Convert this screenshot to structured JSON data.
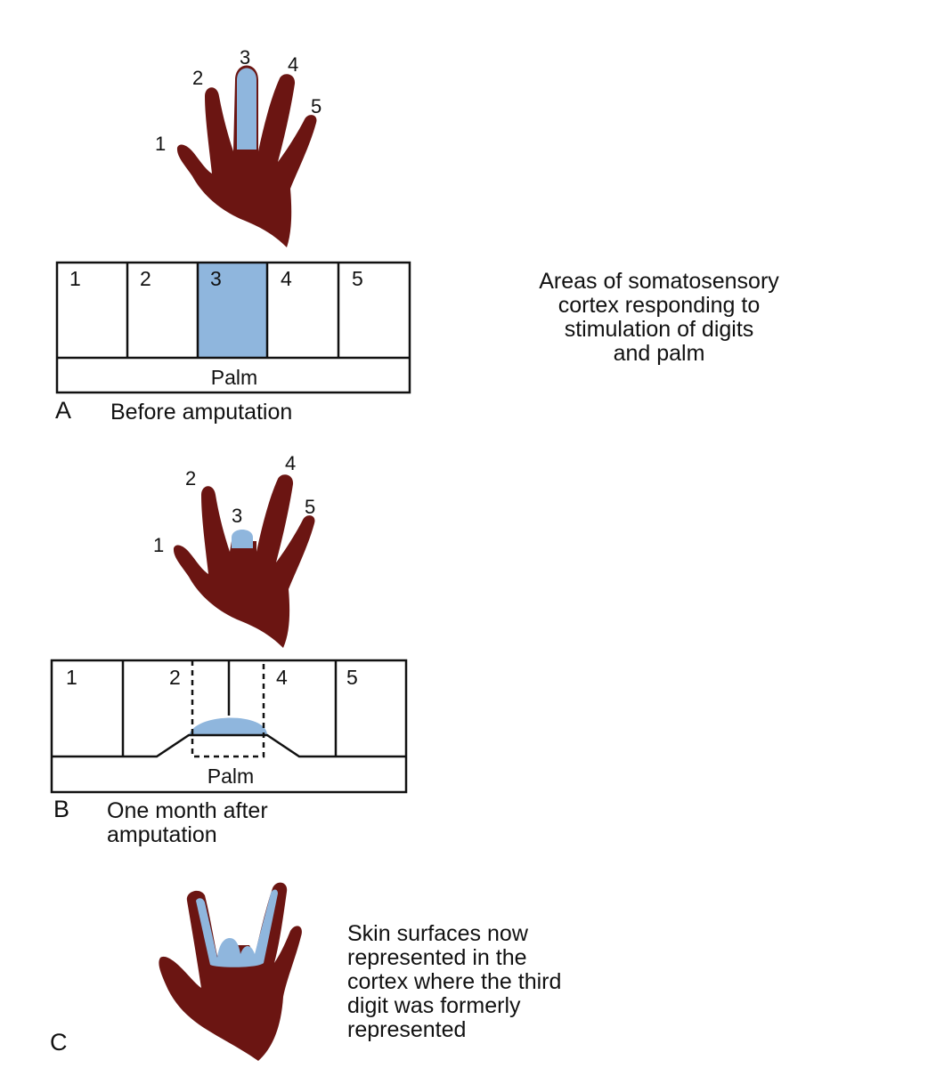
{
  "colors": {
    "hand": "#6b1512",
    "highlight": "#8fb6dd",
    "line": "#111111"
  },
  "panel_a": {
    "letter": "A",
    "caption": "Before amputation",
    "digit_labels": [
      "1",
      "2",
      "3",
      "4",
      "5"
    ],
    "box_labels": [
      "1",
      "2",
      "3",
      "4",
      "5"
    ],
    "palm_label": "Palm"
  },
  "panel_b": {
    "letter": "B",
    "caption_line1": "One month after",
    "caption_line2": "amputation",
    "digit_labels": [
      "1",
      "2",
      "3",
      "4",
      "5"
    ],
    "box_labels": [
      "1",
      "2",
      "4",
      "5"
    ],
    "palm_label": "Palm"
  },
  "panel_c": {
    "letter": "C"
  },
  "note_cortex": {
    "lines": [
      "Areas of somatosensory",
      "cortex responding to",
      "stimulation of digits",
      "and palm"
    ]
  },
  "note_skin": {
    "lines": [
      "Skin surfaces now",
      "represented in the",
      "cortex where the third",
      "digit was formerly",
      "represented"
    ]
  }
}
